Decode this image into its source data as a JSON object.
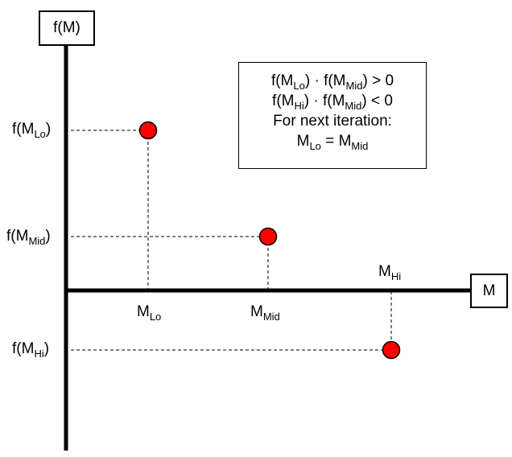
{
  "y_axis": {
    "label": "f(M)"
  },
  "x_axis": {
    "label": "M"
  },
  "points": [
    {
      "id": "lo",
      "x_label": {
        "base": "M",
        "sub": "Lo"
      },
      "y_label": {
        "pre": "f(M",
        "sub": "Lo",
        "post": ")"
      },
      "sign": "positive",
      "color": "#ff0000"
    },
    {
      "id": "mid",
      "x_label": {
        "base": "M",
        "sub": "Mid"
      },
      "y_label": {
        "pre": "f(M",
        "sub": "Mid",
        "post": ")"
      },
      "sign": "positive",
      "color": "#ff0000"
    },
    {
      "id": "hi",
      "x_label": {
        "base": "M",
        "sub": "Hi"
      },
      "y_label": {
        "pre": "f(M",
        "sub": "Hi",
        "post": ")"
      },
      "sign": "negative",
      "color": "#ff0000"
    }
  ],
  "info": {
    "line1": {
      "a": "f(M",
      "a_sub": "Lo",
      "b": ") · f(M",
      "b_sub": "Mid",
      "c": ") > 0"
    },
    "line2": {
      "a": "f(M",
      "a_sub": "Hi",
      "b": ") · f(M",
      "b_sub": "Mid",
      "c": ") < 0"
    },
    "line3": {
      "text": "For next iteration:"
    },
    "line4": {
      "a": "M",
      "a_sub": "Lo",
      "b": " = M",
      "b_sub": "Mid"
    }
  }
}
